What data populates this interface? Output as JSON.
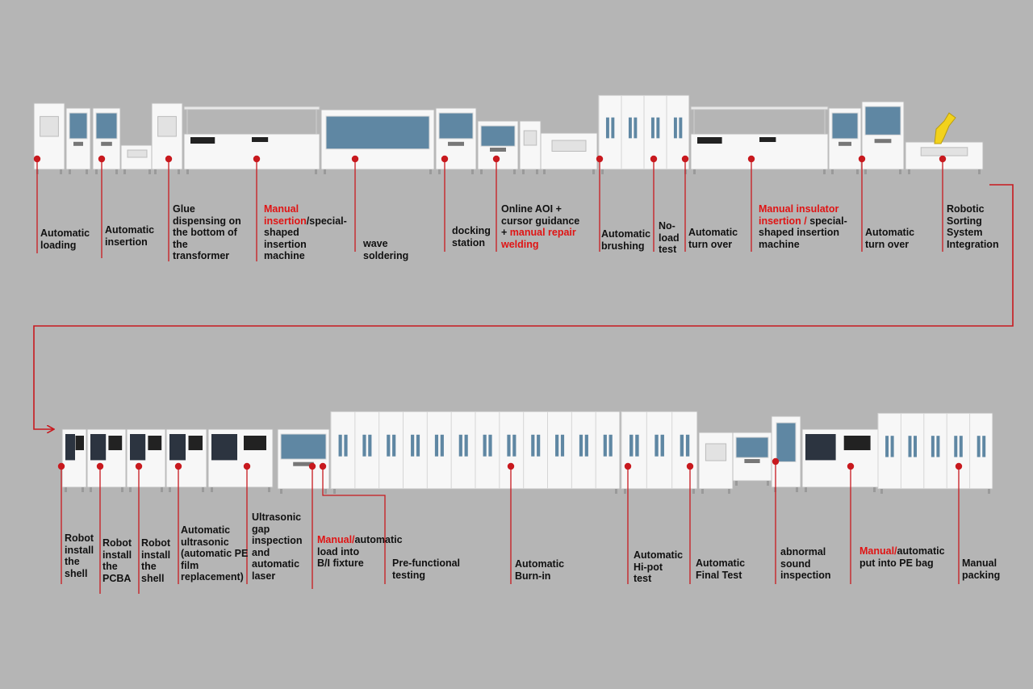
{
  "colors": {
    "background": "#b5b5b5",
    "marker": "#c8191e",
    "highlight": "#e01414",
    "machine_body": "#f7f7f7",
    "machine_window": "#5f87a3",
    "robot_arm": "#f2d21c"
  },
  "row1_stations": [
    {
      "parts": [
        {
          "text": "Automatic loading",
          "red": false
        }
      ]
    },
    {
      "parts": [
        {
          "text": "Automatic insertion",
          "red": false
        }
      ]
    },
    {
      "parts": [
        {
          "text": "Glue dispensing on the bottom of the transformer",
          "red": false
        }
      ]
    },
    {
      "parts": [
        {
          "text": "Manual insertion",
          "red": true
        },
        {
          "text": "/special-shaped insertion machine",
          "red": false
        }
      ]
    },
    {
      "parts": [
        {
          "text": "wave soldering",
          "red": false
        }
      ]
    },
    {
      "parts": [
        {
          "text": "docking station",
          "red": false
        }
      ]
    },
    {
      "parts": [
        {
          "text": "Online AOI + cursor guidance + ",
          "red": false
        },
        {
          "text": "manual repair welding",
          "red": true
        }
      ]
    },
    {
      "parts": [
        {
          "text": "Automatic brushing",
          "red": false
        }
      ]
    },
    {
      "parts": [
        {
          "text": "No-load test",
          "red": false
        }
      ]
    },
    {
      "parts": [
        {
          "text": "Automatic turn over",
          "red": false
        }
      ]
    },
    {
      "parts": [
        {
          "text": "Manual insulator insertion / ",
          "red": true
        },
        {
          "text": "special-shaped insertion machine",
          "red": false
        }
      ]
    },
    {
      "parts": [
        {
          "text": "Automatic turn over",
          "red": false
        }
      ]
    },
    {
      "parts": [
        {
          "text": "Robotic Sorting System Integration",
          "red": false
        }
      ]
    }
  ],
  "row2_stations": [
    {
      "parts": [
        {
          "text": "Robot install the shell",
          "red": false
        }
      ]
    },
    {
      "parts": [
        {
          "text": "Robot install the PCBA",
          "red": false
        }
      ]
    },
    {
      "parts": [
        {
          "text": "Robot install the shell",
          "red": false
        }
      ]
    },
    {
      "parts": [
        {
          "text": "Automatic ultrasonic (automatic PE film replacement)",
          "red": false
        }
      ]
    },
    {
      "parts": [
        {
          "text": "Ultrasonic gap inspection and automatic laser",
          "red": false
        }
      ]
    },
    {
      "parts": [
        {
          "text": "Manual/",
          "red": true
        },
        {
          "text": "automatic load into B/I fixture",
          "red": false
        }
      ]
    },
    {
      "parts": [
        {
          "text": "Pre-functional testing",
          "red": false
        }
      ]
    },
    {
      "parts": [
        {
          "text": "Automatic Burn-in",
          "red": false
        }
      ]
    },
    {
      "parts": [
        {
          "text": "Automatic Hi-pot test",
          "red": false
        }
      ]
    },
    {
      "parts": [
        {
          "text": "Automatic Final Test",
          "red": false
        }
      ]
    },
    {
      "parts": [
        {
          "text": "abnormal sound inspection",
          "red": false
        }
      ]
    },
    {
      "parts": [
        {
          "text": "Manual/",
          "red": true
        },
        {
          "text": "automatic put into PE bag",
          "red": false
        }
      ]
    },
    {
      "parts": [
        {
          "text": "Manual packing",
          "red": false
        }
      ]
    }
  ]
}
